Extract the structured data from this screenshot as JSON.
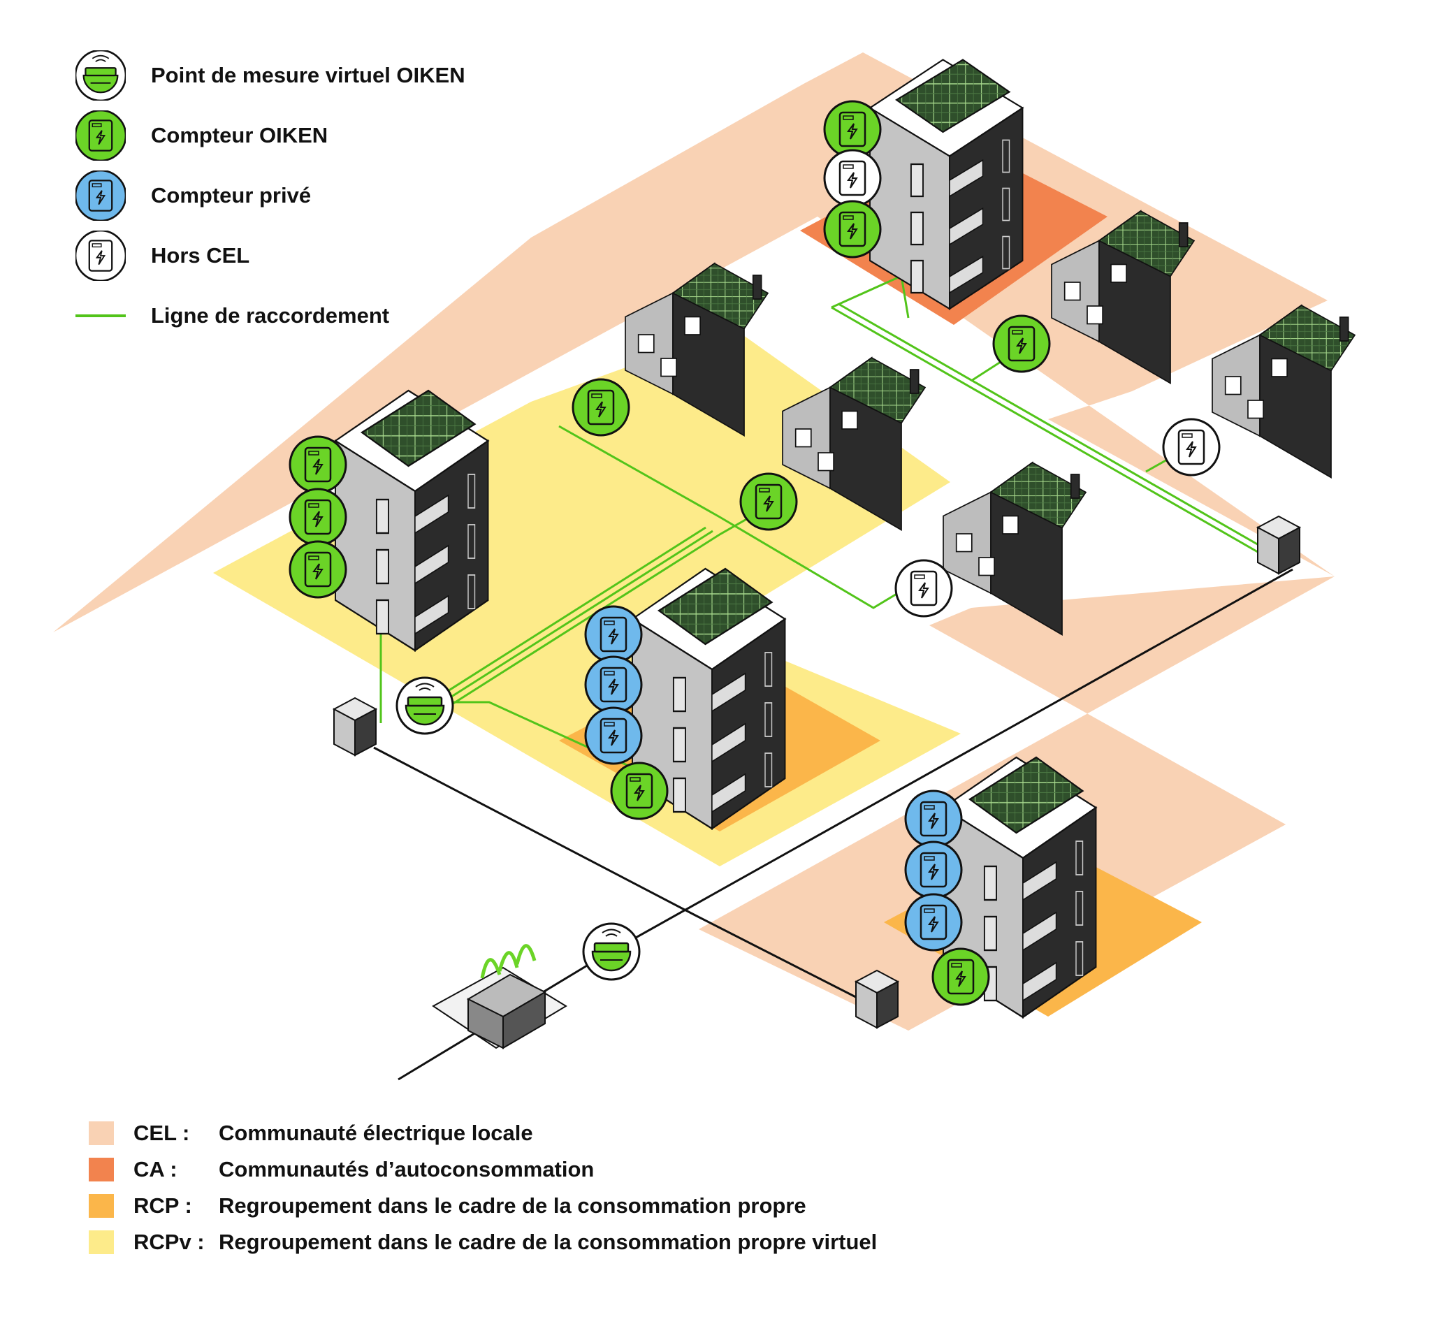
{
  "legend_top": [
    {
      "label": "Point de mesure virtuel OIKEN",
      "icon": "virtual-meter-icon"
    },
    {
      "label": "Compteur OIKEN",
      "icon": "oiken-meter-icon"
    },
    {
      "label": "Compteur privé",
      "icon": "private-meter-icon"
    },
    {
      "label": "Hors CEL",
      "icon": "outside-cel-meter-icon"
    },
    {
      "label": "Ligne de raccordement",
      "icon": "connection-line-icon"
    }
  ],
  "legend_bottom": [
    {
      "code": "CEL :",
      "description": "Communauté électrique locale",
      "color": "#f9d2b4"
    },
    {
      "code": "CA :",
      "description": "Communautés d’autoconsommation",
      "color": "#f2834e"
    },
    {
      "code": "RCP :",
      "description": "Regroupement dans le cadre de la consommation propre",
      "color": "#fbb64a"
    },
    {
      "code": "RCPv :",
      "description": "Regroupement dans le cadre de la consommation propre virtuel",
      "color": "#fdeb8a"
    }
  ],
  "colors": {
    "oiken_green": "#6bd427",
    "private_blue": "#6fb9ec",
    "line_green": "#52c41a",
    "cable_black": "#111111"
  }
}
